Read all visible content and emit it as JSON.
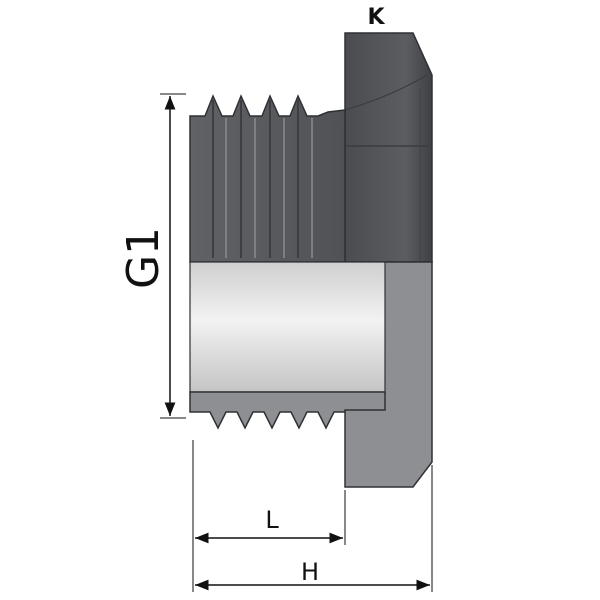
{
  "labels": {
    "k": "K",
    "g1": "G1",
    "l": "L",
    "h": "H"
  },
  "colors": {
    "body_dark": "#54565a",
    "body_mid": "#6d6f73",
    "section_gray": "#8e8f92",
    "bore_light": "#e6e6e6",
    "line": "#111111"
  }
}
